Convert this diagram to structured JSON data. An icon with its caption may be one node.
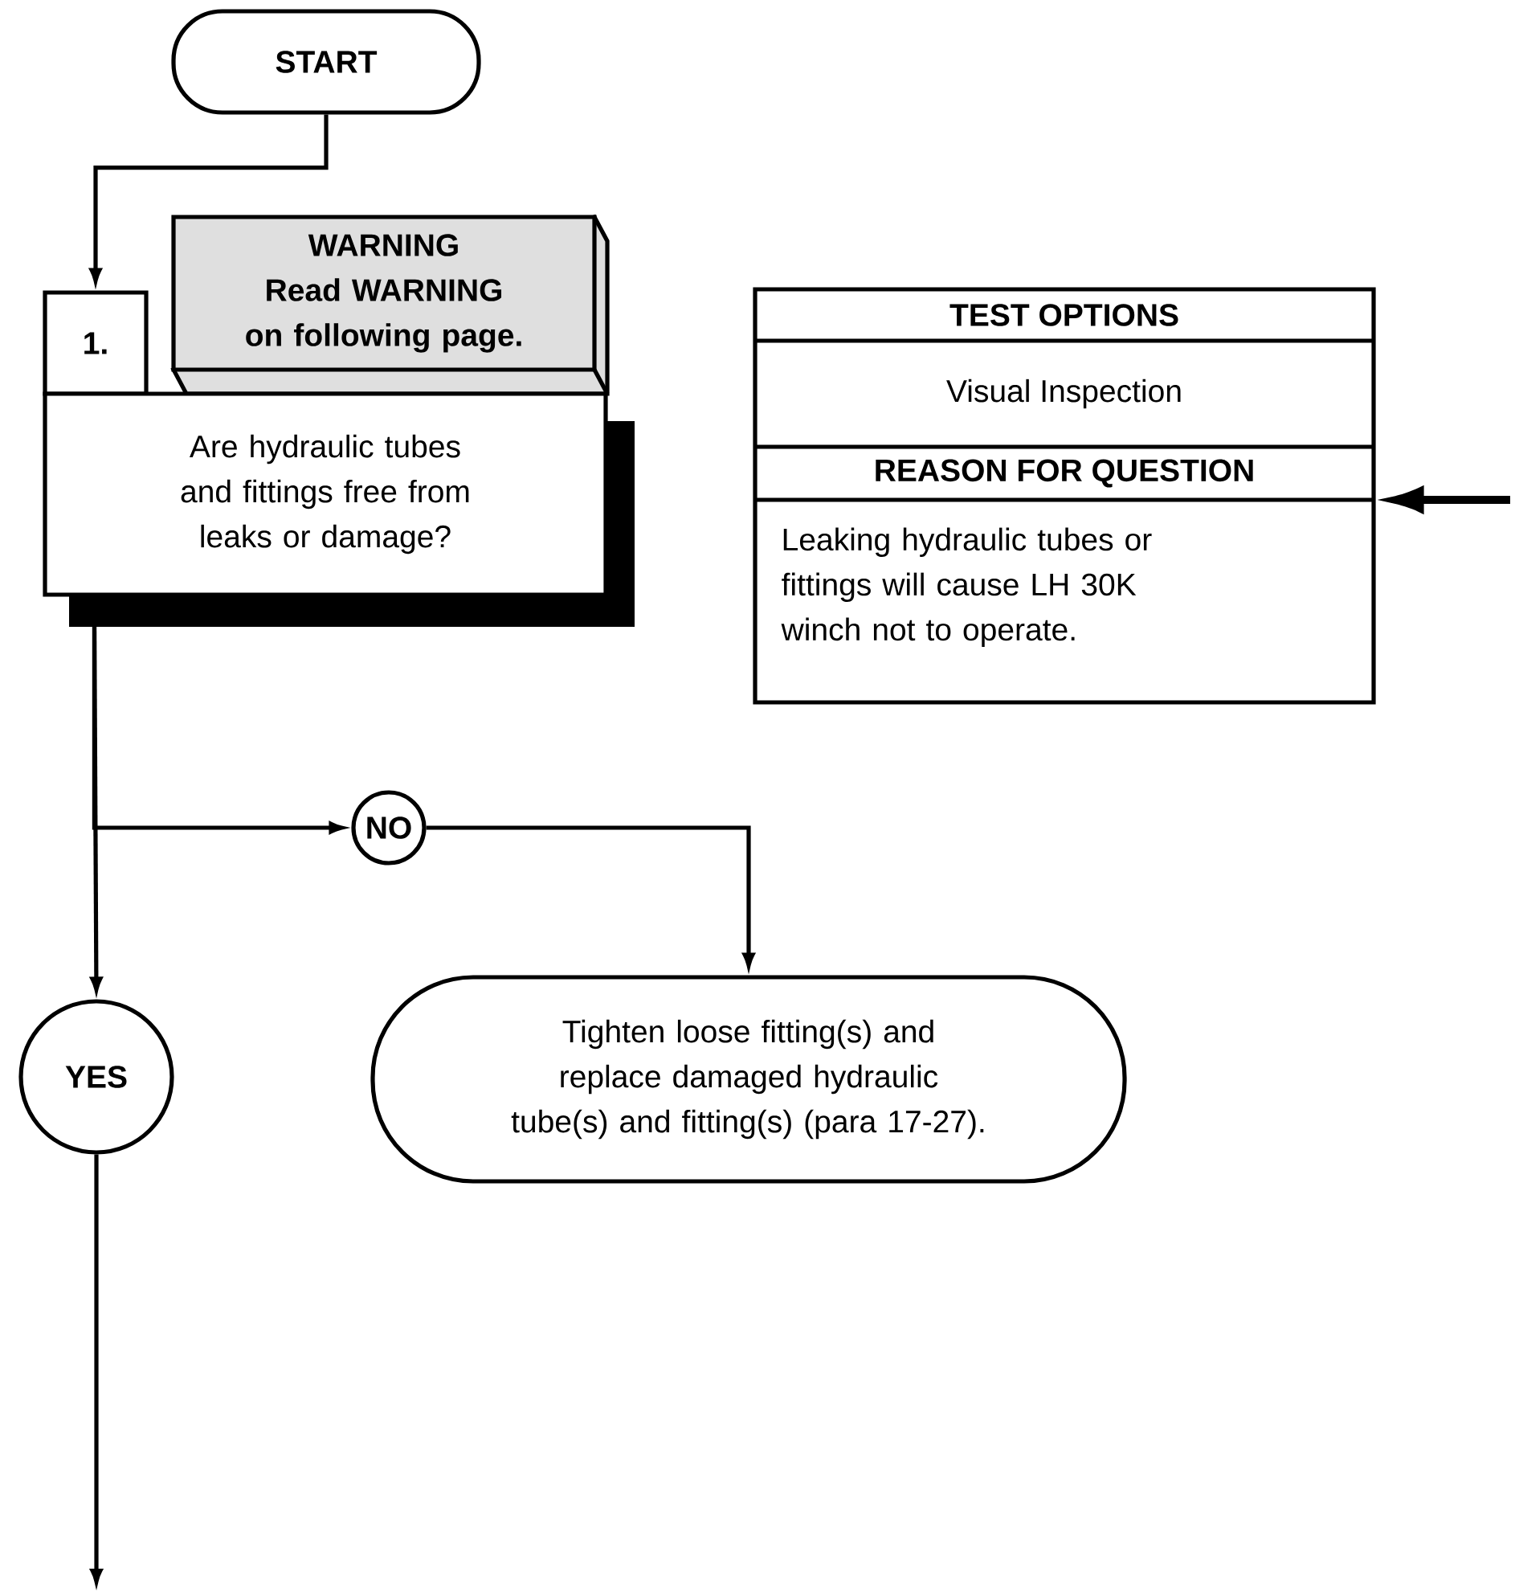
{
  "diagram": {
    "nodes": [
      {
        "text": [
          "START"
        ]
      },
      {
        "text": [
          "1."
        ]
      },
      {
        "text": [
          "WARNING",
          "Read WARNING on following page."
        ]
      },
      {
        "text": [
          "Are hydraulic tubes and fittings free from leaks or damage?"
        ]
      },
      {
        "text": [
          "TEST OPTIONS",
          "Visual Inspection",
          "REASON FOR QUESTION",
          "Leaking hydraulic tubes or fittings will cause LH 30K winch not to operate."
        ]
      },
      {
        "text": [
          "NO"
        ]
      },
      {
        "text": [
          "YES"
        ]
      },
      {
        "text": [
          "Tighten loose fitting(s) and replace damaged hydraulic tube(s) and fitting(s) (para 17-27)."
        ]
      }
    ],
    "edges": [
      {
        "from": 0,
        "to": 1,
        "arrow": "to"
      },
      {
        "from": 3,
        "to": 5,
        "arrow": "to"
      },
      {
        "from": 3,
        "to": 6,
        "arrow": "to"
      },
      {
        "from": 5,
        "to": 7,
        "arrow": "to"
      },
      {
        "from": 6,
        "to": null,
        "arrow": "to"
      },
      {
        "from": null,
        "to": 4,
        "arrow": "to",
        "style": "thick"
      }
    ]
  }
}
